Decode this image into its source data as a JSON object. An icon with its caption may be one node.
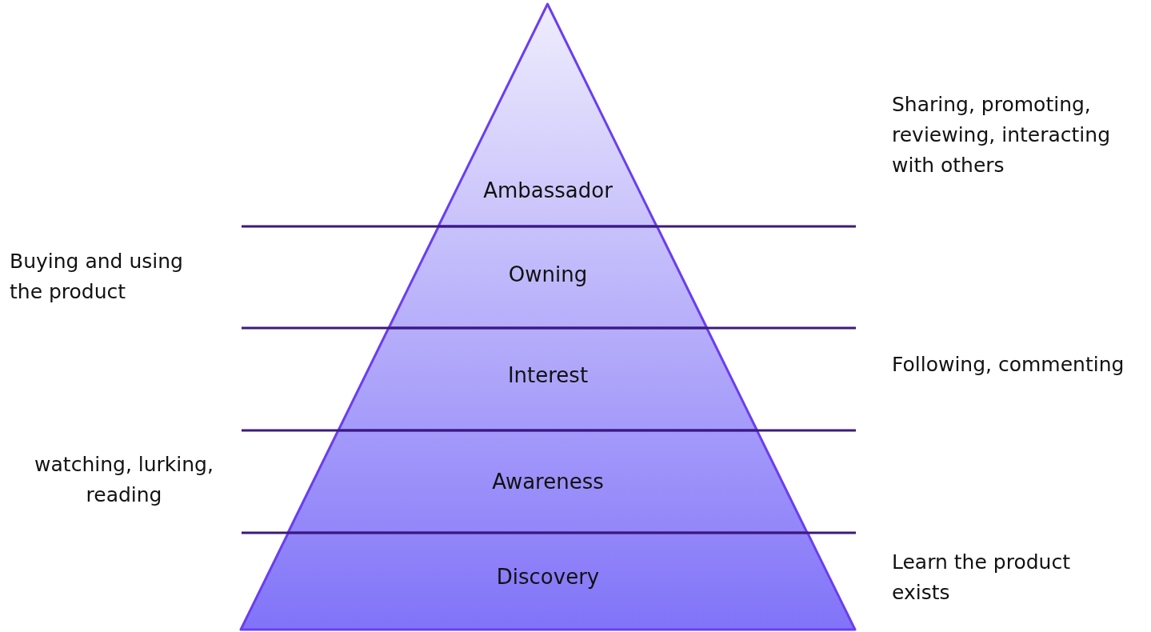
{
  "diagram": {
    "nodes": [
      {
        "text": [
          "Ambassador"
        ]
      },
      {
        "text": [
          "Owning"
        ]
      },
      {
        "text": [
          "Interest"
        ]
      },
      {
        "text": [
          "Awareness"
        ]
      },
      {
        "text": [
          "Discovery"
        ]
      }
    ],
    "labels": [
      "Sharing, promoting, reviewing, interacting with others",
      "Buying and using the product",
      "Following, commenting",
      "watching, lurking, reading",
      "Learn the product exists"
    ]
  }
}
